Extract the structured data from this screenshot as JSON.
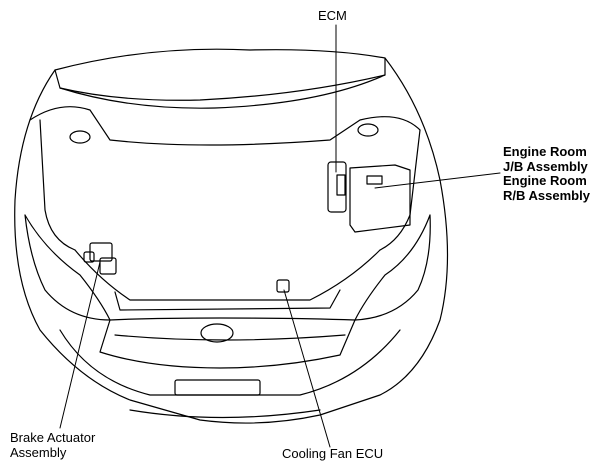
{
  "labels": {
    "ecm": "ECM",
    "engine_room_jb": [
      "Engine Room",
      "J/B Assembly"
    ],
    "engine_room_rb": [
      "Engine Room",
      "R/B Assembly"
    ],
    "brake_actuator": [
      "Brake Actuator",
      "Assembly"
    ],
    "cooling_fan_ecu": "Cooling Fan ECU"
  }
}
